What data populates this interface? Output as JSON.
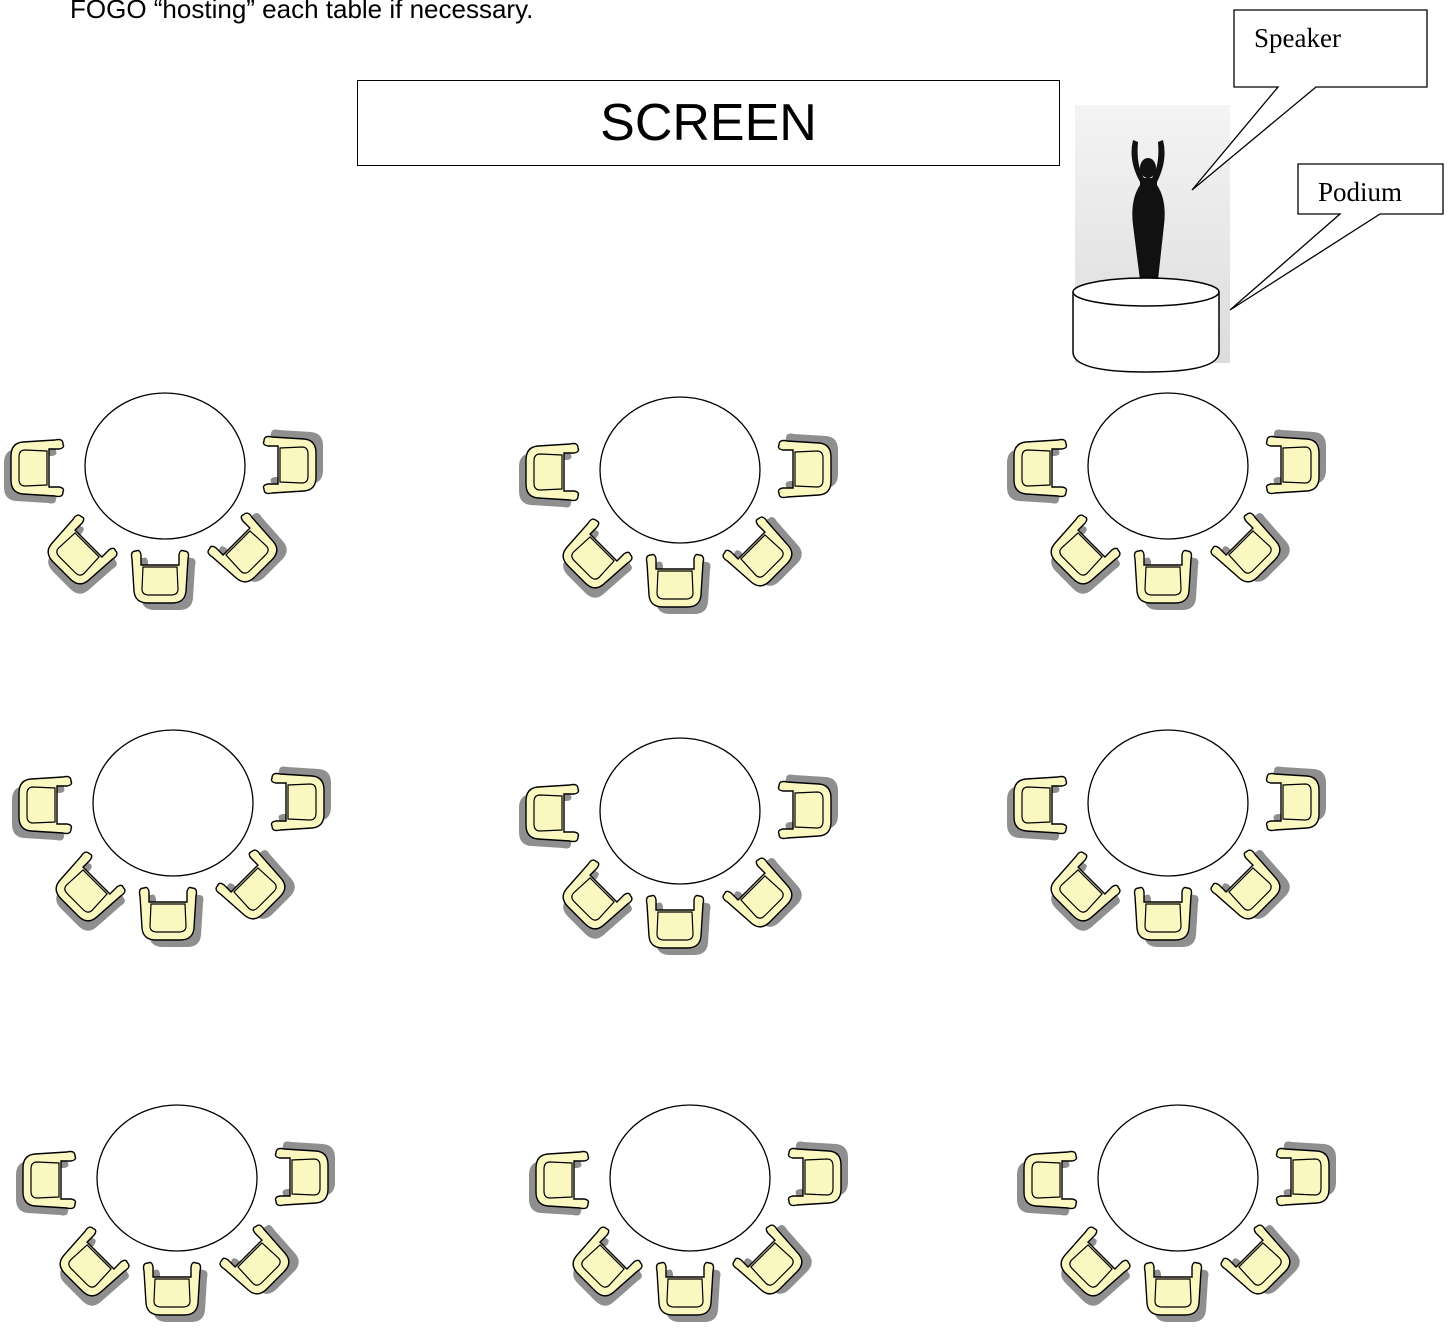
{
  "intro_text": "FOGO “hosting” each table if necessary.",
  "screen_label": "SCREEN",
  "callouts": {
    "speaker": "Speaker",
    "podium": "Podium"
  },
  "tables": [
    {
      "row": 1,
      "col": 1
    },
    {
      "row": 1,
      "col": 2
    },
    {
      "row": 1,
      "col": 3
    },
    {
      "row": 2,
      "col": 1
    },
    {
      "row": 2,
      "col": 2
    },
    {
      "row": 2,
      "col": 3
    },
    {
      "row": 3,
      "col": 1
    },
    {
      "row": 3,
      "col": 2
    },
    {
      "row": 3,
      "col": 3
    }
  ],
  "colors": {
    "chair_fill": "#fbf7c0",
    "chair_shadow": "#8f8f8f",
    "line": "#000000"
  },
  "icons": {
    "speaker": "person-arms-raised-icon",
    "podium": "podium-cylinder-icon",
    "chair": "chair-icon",
    "table": "round-table-icon"
  }
}
